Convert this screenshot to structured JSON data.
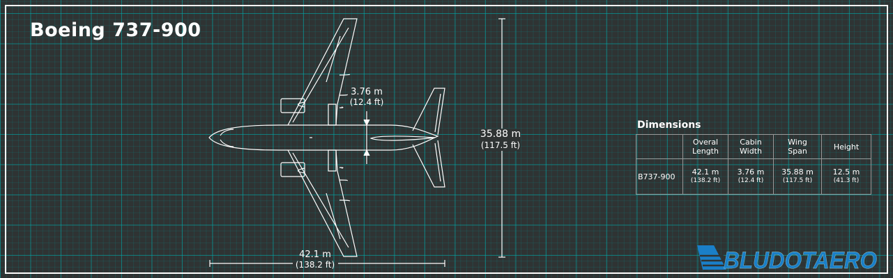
{
  "title": "Boeing 737-900",
  "annotations": {
    "cabin_width": {
      "metric": "3.76 m",
      "imperial": "(12.4 ft)"
    },
    "wing_span": {
      "metric": "35.88 m",
      "imperial": "(117.5 ft)"
    },
    "overall_length": {
      "metric": "42.1 m",
      "imperial": "(138.2 ft)"
    }
  },
  "dimensions": {
    "heading": "Dimensions",
    "columns": [
      {
        "line1": "",
        "line2": ""
      },
      {
        "line1": "Overal",
        "line2": "Length"
      },
      {
        "line1": "Cabin",
        "line2": "Width"
      },
      {
        "line1": "Wing",
        "line2": "Span"
      },
      {
        "line1": "Height",
        "line2": ""
      }
    ],
    "row": {
      "model": "B737-900",
      "values": [
        {
          "metric": "42.1 m",
          "imperial": "(138.2 ft)"
        },
        {
          "metric": "3.76 m",
          "imperial": "(12.4 ft)"
        },
        {
          "metric": "35.88 m",
          "imperial": "(117.5 ft)"
        },
        {
          "metric": "12.5 m",
          "imperial": "(41.3 ft)"
        }
      ]
    }
  },
  "logo": {
    "text": "BLUDOTAERO",
    "color": "#1a7fc8"
  }
}
